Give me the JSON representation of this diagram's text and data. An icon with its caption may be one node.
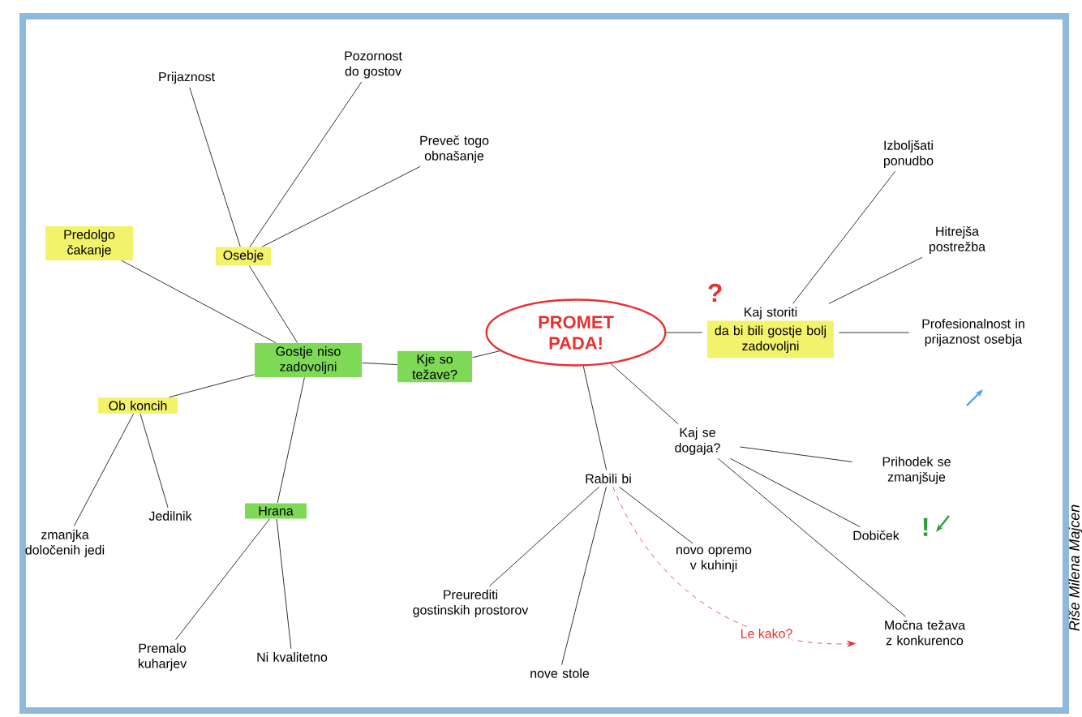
{
  "diagram": {
    "nodes": [
      {
        "text": [
          "PROMET PADA!"
        ]
      },
      {
        "text": [
          "Kje so težave?"
        ]
      },
      {
        "text": [
          "Gostje niso zadovoljni"
        ]
      },
      {
        "text": [
          "Osebje"
        ]
      },
      {
        "text": [
          "Prijaznost"
        ]
      },
      {
        "text": [
          "Pozornost do gostov"
        ]
      },
      {
        "text": [
          "Preveč togo obnašanje"
        ]
      },
      {
        "text": [
          "Predolgo čakanje"
        ]
      },
      {
        "text": [
          "Ob koncih"
        ]
      },
      {
        "text": [
          "zmanjka določenih jedi"
        ]
      },
      {
        "text": [
          "Jedilnik"
        ]
      },
      {
        "text": [
          "Hrana"
        ]
      },
      {
        "text": [
          "Premalo kuharjev"
        ]
      },
      {
        "text": [
          "Ni kvalitetno"
        ]
      },
      {
        "text": [
          "Kaj storiti",
          "da bi bili gostje bolj zadovoljni"
        ],
        "beside": [
          "?"
        ]
      },
      {
        "text": [
          "Izboljšati ponudbo"
        ]
      },
      {
        "text": [
          "Hitrejša postrežba"
        ]
      },
      {
        "text": [
          "Profesionalnost in prijaznost osebja"
        ]
      },
      {
        "text": [
          "Kaj se dogaja?"
        ]
      },
      {
        "text": [
          "Prihodek se zmanjšuje"
        ]
      },
      {
        "text": [
          "Dobiček"
        ],
        "beside": [
          "!"
        ]
      },
      {
        "text": [
          "Močna težava z konkurenco"
        ]
      },
      {
        "text": [
          "Rabili bi"
        ]
      },
      {
        "text": [
          "Preurediti gostinskih prostorov"
        ]
      },
      {
        "text": [
          "novo opremo v kuhinji"
        ]
      },
      {
        "text": [
          "nove stole"
        ]
      }
    ],
    "edges": [
      {
        "from": 0,
        "to": 1,
        "arrow": "none"
      },
      {
        "from": 1,
        "to": 2,
        "arrow": "none"
      },
      {
        "from": 2,
        "to": 3,
        "arrow": "none"
      },
      {
        "from": 3,
        "to": 4,
        "arrow": "none"
      },
      {
        "from": 3,
        "to": 5,
        "arrow": "none"
      },
      {
        "from": 3,
        "to": 6,
        "arrow": "none"
      },
      {
        "from": 2,
        "to": 7,
        "arrow": "none"
      },
      {
        "from": 2,
        "to": 8,
        "arrow": "none"
      },
      {
        "from": 8,
        "to": 9,
        "arrow": "none"
      },
      {
        "from": 8,
        "to": 10,
        "arrow": "none"
      },
      {
        "from": 2,
        "to": 11,
        "arrow": "none"
      },
      {
        "from": 11,
        "to": 12,
        "arrow": "none"
      },
      {
        "from": 11,
        "to": 13,
        "arrow": "none"
      },
      {
        "from": 0,
        "to": 14,
        "arrow": "none"
      },
      {
        "from": 14,
        "to": 15,
        "arrow": "none"
      },
      {
        "from": 14,
        "to": 16,
        "arrow": "none"
      },
      {
        "from": 14,
        "to": 17,
        "arrow": "none"
      },
      {
        "from": 0,
        "to": 18,
        "arrow": "none"
      },
      {
        "from": 18,
        "to": 19,
        "arrow": "none"
      },
      {
        "from": 18,
        "to": 20,
        "arrow": "none"
      },
      {
        "from": 18,
        "to": 21,
        "arrow": "none"
      },
      {
        "from": 0,
        "to": 22,
        "arrow": "none"
      },
      {
        "from": 22,
        "to": 23,
        "arrow": "none"
      },
      {
        "from": 22,
        "to": 24,
        "arrow": "none"
      },
      {
        "from": 22,
        "to": 25,
        "arrow": "none"
      },
      {
        "from": 22,
        "to": 21,
        "arrow": "to",
        "label": "Le kako?",
        "style": "dashed",
        "color": "#e8312f"
      }
    ],
    "labels": [
      "Riše Milena Majcen"
    ]
  }
}
